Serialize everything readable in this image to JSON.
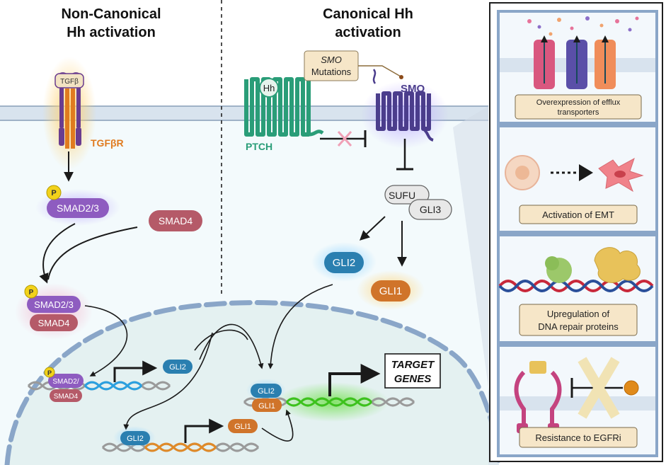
{
  "headings": {
    "noncanonical_line1": "Non-Canonical",
    "noncanonical_line2": "Hh activation",
    "canonical_line1": "Canonical Hh",
    "canonical_line2": "activation"
  },
  "receptors": {
    "tgfb_ligand": "TGFβ",
    "tgfbr": "TGFβR",
    "hh_ligand": "Hh",
    "ptch": "PTCH",
    "smo": "SMO",
    "smo_mutations_italic": "SMO",
    "smo_mutations_rest": "Mutations"
  },
  "proteins": {
    "phospho": "P",
    "smad23": "SMAD2/3",
    "smad4": "SMAD4",
    "smad2_truncated": "SMAD2/",
    "sufu": "SUFU",
    "gli3": "GLI3",
    "gli2": "GLI2",
    "gli1": "GLI1"
  },
  "target_genes": {
    "line1": "TARGET",
    "line2": "GENES"
  },
  "resistance_panels": [
    {
      "line1": "Overexpression of efflux",
      "line2": "transporters"
    },
    {
      "line1": "Activation of EMT",
      "line2": ""
    },
    {
      "line1": "Upregulation of",
      "line2": "DNA repair proteins"
    },
    {
      "line1": "Resistance to EGFRi",
      "line2": ""
    }
  ],
  "colors": {
    "membrane": "#b9c9dc",
    "cytoplasm": "#f3fafc",
    "nucleus": "#e6f3f3",
    "tgfbr_orange": "#e07b1f",
    "tgfbr_purple": "#6a3d8f",
    "ptch_green": "#2a9d78",
    "smo_purple": "#4b3d8c",
    "smad23": "#8e5cc0",
    "smad4": "#b55a68",
    "gli2": "#2a7fb0",
    "gli1": "#d0742a",
    "phospho": "#f2d21b",
    "label_box": "#f6e6c8",
    "panel_border": "#1f1f1f"
  }
}
